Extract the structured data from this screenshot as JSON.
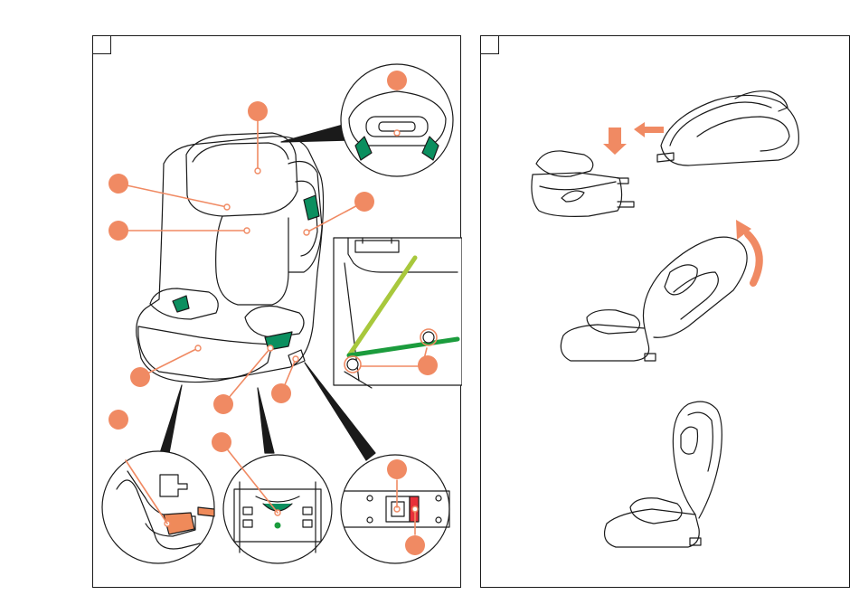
{
  "colors": {
    "line": "#1a1a1a",
    "callout": "#f08a63",
    "accent_green": "#0b8f5f",
    "belt_lime": "#a8c83c",
    "belt_green": "#1b9c3d",
    "indicator_red": "#e8303a",
    "latch_orange": "#ef8a5a"
  },
  "panel_a": {
    "corner_label": "",
    "callouts": [
      "callout-top-headrest",
      "callout-side-wing",
      "callout-harness-guide",
      "callout-back-pad",
      "callout-seat",
      "callout-latch-green",
      "callout-connector",
      "callout-belt-clip",
      "callout-detail-latch",
      "callout-detail-lock",
      "callout-detail-indicator-top",
      "callout-detail-indicator-bottom",
      "callout-isofix-guide"
    ]
  },
  "panel_b": {
    "corner_label": "",
    "steps": [
      "step-attach-base",
      "step-fold-back",
      "step-upright-seat"
    ]
  }
}
